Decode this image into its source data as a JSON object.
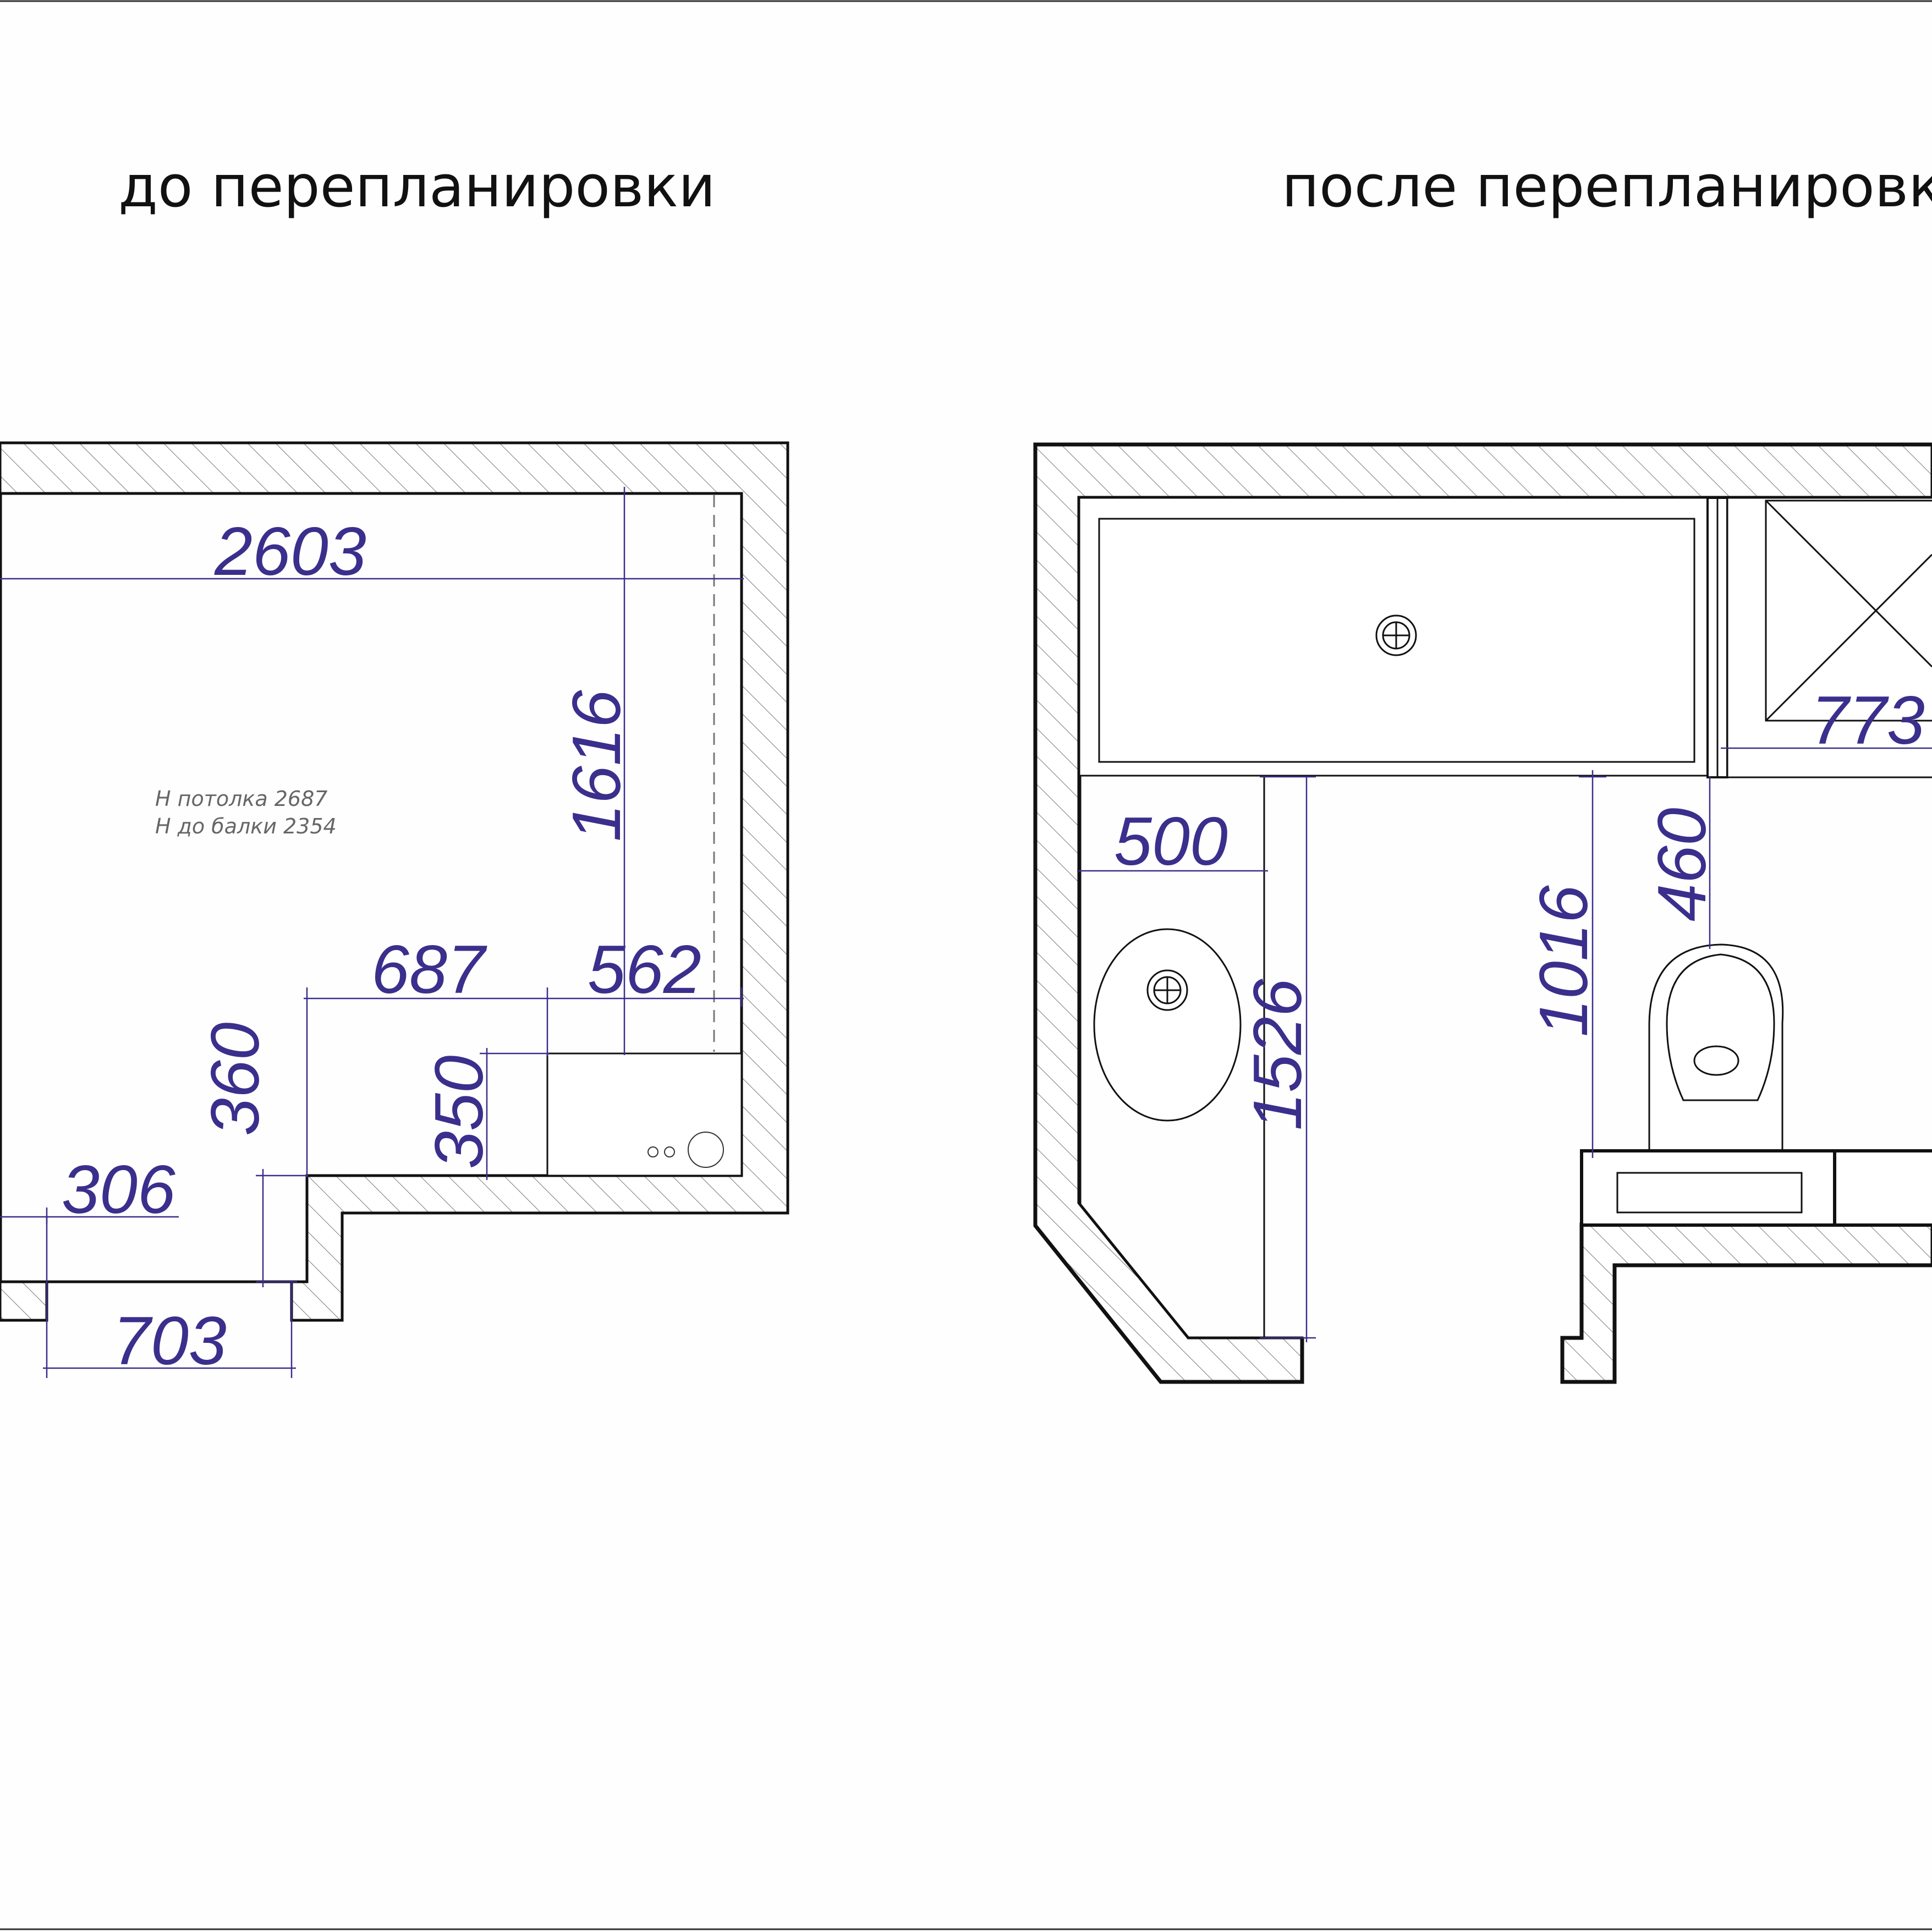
{
  "titles": {
    "before": "до перепланировки",
    "after": "после перепланировки"
  },
  "before_plan": {
    "dimensions": {
      "width_total": "2603",
      "height_right": "1616",
      "niche_width": "687",
      "appliance_width": "562",
      "step_height": "360",
      "appliance_depth": "350",
      "door_offset": "306",
      "door_width": "703"
    },
    "notes": {
      "ceiling_height": "Н  потолка  2687",
      "beam_height": "Н  до  балки  2354"
    }
  },
  "after_plan": {
    "dimensions": {
      "shower_width": "773",
      "sink_width": "500",
      "toilet_clearance": "460",
      "toilet_axis": "1016",
      "sink_zone_length": "1526"
    }
  },
  "colors": {
    "dimension": "#3a2f8c",
    "lines": "#111111",
    "background": "#fefefe"
  }
}
